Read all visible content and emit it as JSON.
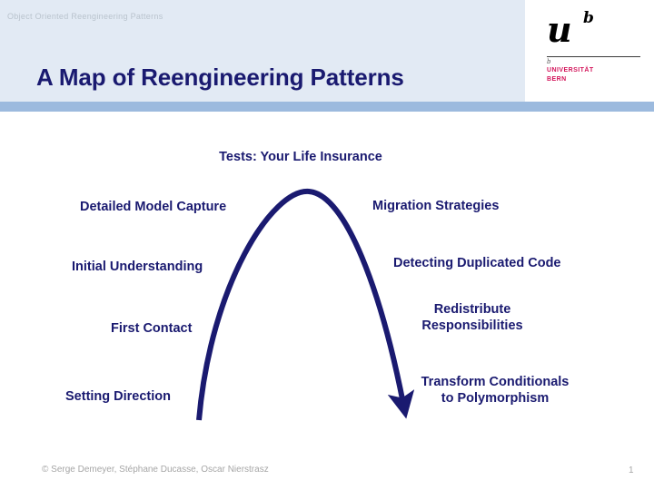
{
  "header": {
    "kicker": "Object Oriented Reengineering Patterns",
    "title": "A Map of Reengineering Patterns",
    "band_color": "#e2eaf4",
    "rule_color": "#9cbade",
    "title_color": "#1a1a70",
    "kicker_color": "#b9c3cd"
  },
  "logo": {
    "mark_u": "u",
    "mark_b": "b",
    "tick": "b",
    "line_1": "UNIVERSITÄT",
    "line_2": "BERN",
    "text_color": "#d3145a"
  },
  "diagram": {
    "arc_color": "#1a1a70",
    "label_color": "#1a1a70",
    "top_label": "Tests: Your Life Insurance",
    "left_labels": [
      "Detailed Model Capture",
      "Initial Understanding",
      "First Contact",
      "Setting Direction"
    ],
    "right_labels": [
      "Migration Strategies",
      "Detecting Duplicated Code",
      "Redistribute\nResponsibilities",
      "Transform Conditionals\nto Polymorphism"
    ],
    "right_label_3_line_1": "Redistribute",
    "right_label_3_line_2": "Responsibilities",
    "right_label_4_line_1": "Transform Conditionals",
    "right_label_4_line_2": "to Polymorphism"
  },
  "footer": {
    "credit": "© Serge Demeyer, Stéphane Ducasse, Oscar Nierstrasz",
    "page_number": "1",
    "color": "#a6a6a6"
  }
}
